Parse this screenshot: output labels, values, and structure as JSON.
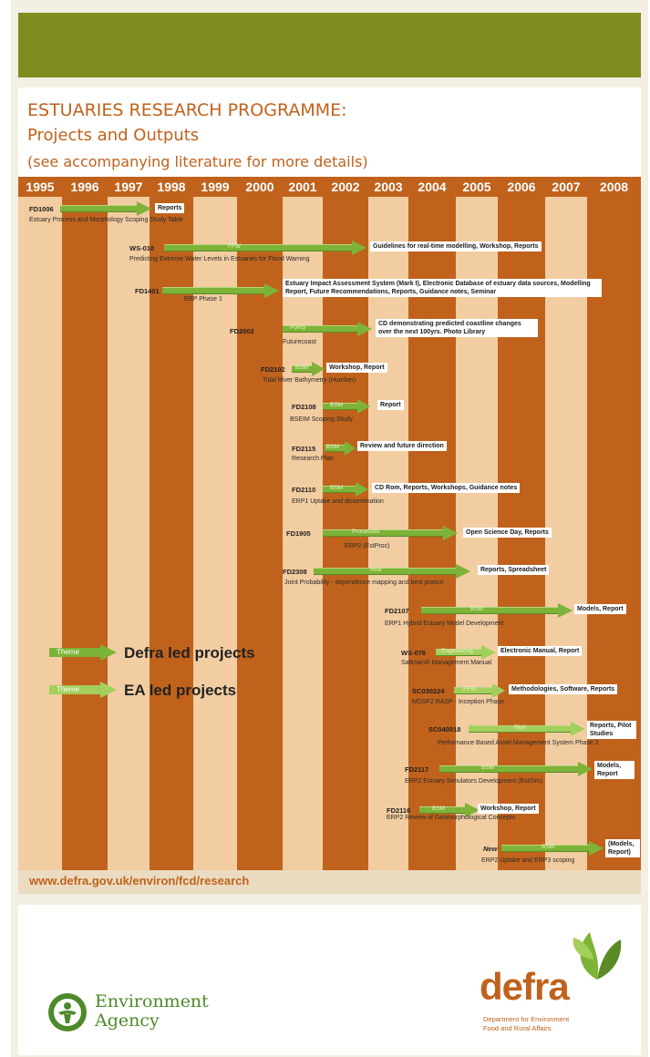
{
  "title": {
    "line1": "ESTUARIES RESEARCH PROGRAMME:",
    "line2": "Projects and Outputs",
    "line3": "(see accompanying literature for more details)"
  },
  "years": [
    "1995",
    "1996",
    "1997",
    "1998",
    "1999",
    "2000",
    "2001",
    "2002",
    "2003",
    "2004",
    "2005",
    "2006",
    "2007",
    "2008"
  ],
  "projects": [
    {
      "code": "FD1006",
      "name": "Estuary Process and Morphology Scoping Study Table",
      "theme": "",
      "output": "Reports"
    },
    {
      "code": "WS-010",
      "name": "Predicting Extreme Water Levels in Estuaries for Flood Warning",
      "theme": "FFW",
      "output": "Guidelines for real-time modelling, Workshop, Reports"
    },
    {
      "code": "FD1401",
      "name": "ERP Phase 1",
      "theme": "",
      "output": "Estuary Impact Assessment System (Mark I), Electronic Database of estuary data sources, Modelling Report, Future Recommendations, Reports, Guidance notes, Seminar"
    },
    {
      "code": "FD2002",
      "name": "Futurecoast",
      "theme": "Policy",
      "output": "CD demonstrating predicted coastline changes over the next 100yrs. Photo Library"
    },
    {
      "code": "FD2102",
      "name": "Tidal River Bathymetry (Humber)",
      "theme": "BSM",
      "output": "Workshop, Report"
    },
    {
      "code": "FD2108",
      "name": "BSEIM Scoping Study",
      "theme": "BSM",
      "output": "Report"
    },
    {
      "code": "FD2115",
      "name": "Research Plan",
      "theme": "BSM",
      "output": "Review and future direction"
    },
    {
      "code": "FD2110",
      "name": "ERP1 Uptake and dissemination",
      "theme": "BSM",
      "output": "CD Rom, Reports, Workshops, Guidance notes"
    },
    {
      "code": "FD1905",
      "name": "ERP2 (EstProc)",
      "theme": "Processes",
      "output": "Open Science Day, Reports"
    },
    {
      "code": "FD2308",
      "name": "Joint Probability - dependence mapping and best pratice",
      "theme": "Risk",
      "output": "Reports, Spreadsheet"
    },
    {
      "code": "FD2107",
      "name": "ERP1 Hybrid Estuary Model Development",
      "theme": "BSM",
      "output": "Models, Report"
    },
    {
      "code": "WS-076",
      "name": "Saltmarsh Management Manual",
      "theme": "Engineering",
      "output": "Electronic Manual, Report"
    },
    {
      "code": "SC030224",
      "name": "MDSF2 RASP - Inception Phase",
      "theme": "FFW",
      "output": "Methodologies, Software, Reports"
    },
    {
      "code": "SC040018",
      "name": "Performance Based Asset Management System Phase 2",
      "theme": "Risk",
      "output": "Reports, Pilot Studies"
    },
    {
      "code": "FD2117",
      "name": "ERP2 Estuary Simulators Development (EstSim)",
      "theme": "BSM",
      "output": "Models, Report"
    },
    {
      "code": "FD2116",
      "name": "ERP2 Review of Geomorphological Concepts",
      "theme": "BSM",
      "output": "Workshop, Report"
    },
    {
      "code": "New",
      "name": "ERP2 Uptake and ERP3 scoping",
      "theme": "BSM",
      "output": "(Models, Report)"
    }
  ],
  "legend": {
    "theme_label": "Theme",
    "defra_led": "Defra led projects",
    "ea_led": "EA led projects"
  },
  "url": "www.defra.gov.uk/environ/fcd/research",
  "logos": {
    "ea_line1": "Environment",
    "ea_line2": "Agency",
    "defra_word": "defra",
    "defra_sub1": "Department for Environment",
    "defra_sub2": "Food and Rural Affairs"
  },
  "colors": {
    "header_green": "#7f8c1f",
    "dark_orange": "#c0621c",
    "light_peach": "#f2cda2",
    "arrow_green": "#7db338",
    "title_orange": "#c0621c"
  }
}
